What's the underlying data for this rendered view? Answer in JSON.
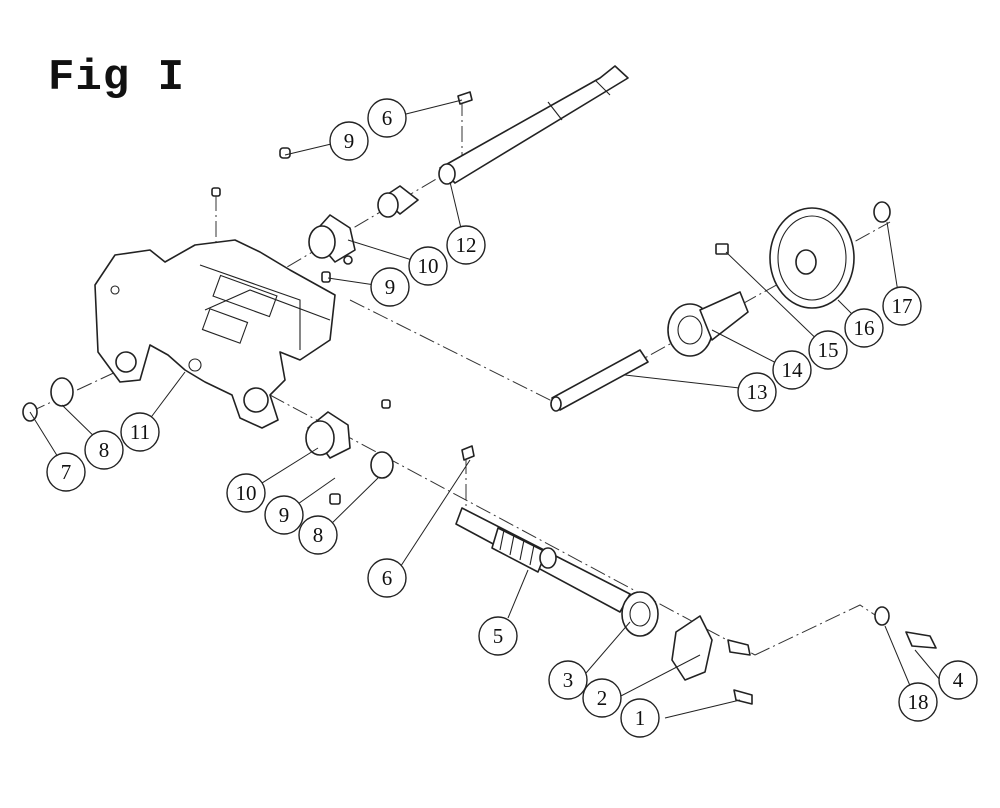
{
  "figure": {
    "title": "Fig I"
  },
  "callouts": [
    {
      "label": "1"
    },
    {
      "label": "2"
    },
    {
      "label": "3"
    },
    {
      "label": "4"
    },
    {
      "label": "5"
    },
    {
      "label": "6"
    },
    {
      "label": "6"
    },
    {
      "label": "7"
    },
    {
      "label": "8"
    },
    {
      "label": "8"
    },
    {
      "label": "9"
    },
    {
      "label": "9"
    },
    {
      "label": "9"
    },
    {
      "label": "10"
    },
    {
      "label": "10"
    },
    {
      "label": "11"
    },
    {
      "label": "12"
    },
    {
      "label": "13"
    },
    {
      "label": "14"
    },
    {
      "label": "15"
    },
    {
      "label": "16"
    },
    {
      "label": "17"
    },
    {
      "label": "18"
    }
  ]
}
